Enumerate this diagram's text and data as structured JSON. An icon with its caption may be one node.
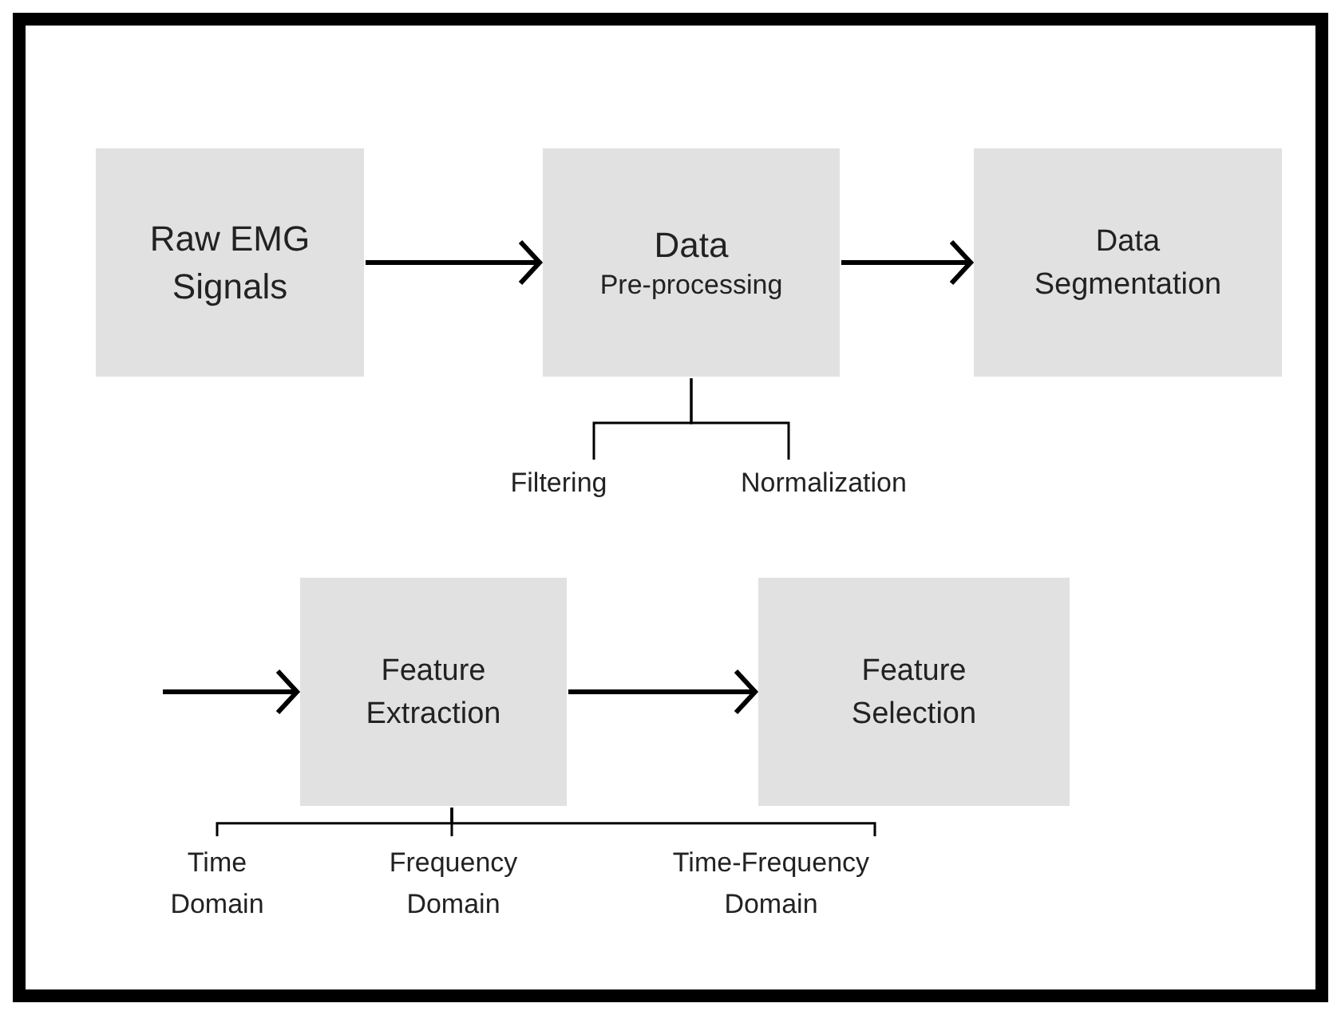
{
  "diagram": {
    "nodes": [
      {
        "text": [
          "Raw EMG Signals"
        ]
      },
      {
        "text": [
          "Data",
          "Pre-processing"
        ]
      },
      {
        "text": [
          "Data Segmentation"
        ]
      },
      {
        "text": [
          "Filtering"
        ]
      },
      {
        "text": [
          "Normalization"
        ]
      },
      {
        "text": [
          "Feature Extraction"
        ]
      },
      {
        "text": [
          "Feature Selection"
        ]
      },
      {
        "text": [
          "Time Domain"
        ]
      },
      {
        "text": [
          "Frequency Domain"
        ]
      },
      {
        "text": [
          "Time-Frequency Domain"
        ]
      }
    ],
    "edges": [
      {
        "from": 0,
        "to": 1,
        "arrow": "to",
        "style": "thick"
      },
      {
        "from": 1,
        "to": 2,
        "arrow": "to",
        "style": "thick"
      },
      {
        "from": 1,
        "to": 3,
        "arrow": "none"
      },
      {
        "from": 1,
        "to": 4,
        "arrow": "none"
      },
      {
        "from": null,
        "to": 5,
        "arrow": "to",
        "style": "thick"
      },
      {
        "from": 5,
        "to": 6,
        "arrow": "to",
        "style": "thick"
      },
      {
        "from": 5,
        "to": 7,
        "arrow": "none"
      },
      {
        "from": 5,
        "to": 8,
        "arrow": "none"
      },
      {
        "from": 5,
        "to": 9,
        "arrow": "none"
      }
    ]
  }
}
